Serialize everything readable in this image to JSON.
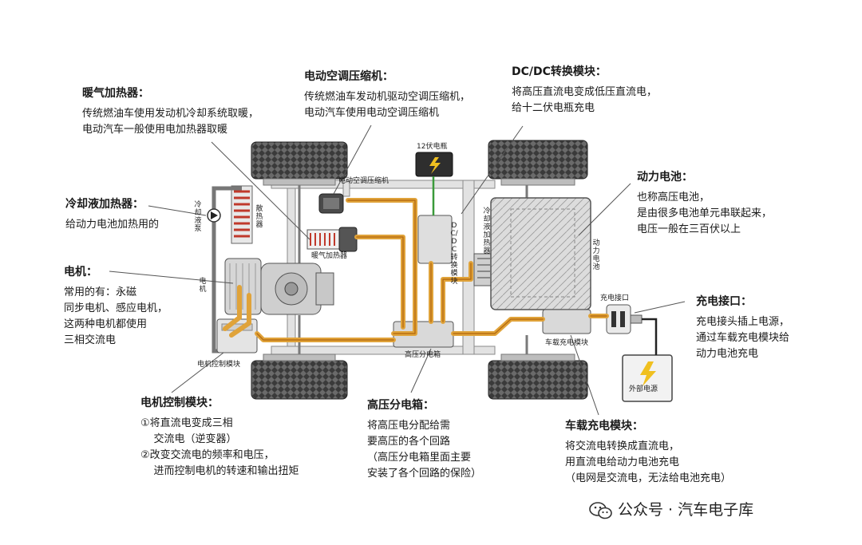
{
  "annotations": {
    "heater": {
      "title": "暖气加热器：",
      "lines": [
        "传统燃油车使用发动机冷却系统取暖，",
        "电动汽车一般使用电加热器取暖"
      ]
    },
    "compressor": {
      "title": "电动空调压缩机：",
      "lines": [
        "传统燃油车发动机驱动空调压缩机，",
        "电动汽车使用电动空调压缩机"
      ]
    },
    "dcdc": {
      "title": "DC/DC转换模块：",
      "lines": [
        "将高压直流电变成低压直流电，",
        "给十二伏电瓶充电"
      ]
    },
    "coolant_heater": {
      "title": "冷却液加热器：",
      "lines": [
        "给动力电池加热用的"
      ]
    },
    "battery": {
      "title": "动力电池：",
      "lines": [
        "也称高压电池，",
        "是由很多电池单元串联起来，",
        "电压一般在三百伏以上"
      ]
    },
    "motor": {
      "title": "电机：",
      "lines": [
        "常用的有：永磁",
        "同步电机、感应电机，",
        "这两种电机都使用",
        "三相交流电"
      ]
    },
    "charge_port": {
      "title": "充电接口：",
      "lines": [
        "充电接头插上电源，",
        "通过车载充电模块给",
        "动力电池充电"
      ]
    },
    "motor_control": {
      "title": "电机控制模块：",
      "lines": [
        "①将直流电变成三相",
        "    交流电（逆变器）",
        "②改变交流电的频率和电压，",
        "    进而控制电机的转速和输出扭矩"
      ]
    },
    "hv_box": {
      "title": "高压分电箱：",
      "lines": [
        "将高压电分配给需",
        "要高压的各个回路",
        "（高压分电箱里面主要",
        "安装了各个回路的保险）"
      ]
    },
    "charger": {
      "title": "车载充电模块：",
      "lines": [
        "将交流电转换成直流电，",
        "用直流电给动力电池充电",
        "（电网是交流电，无法给电池充电）"
      ]
    }
  },
  "diagram_labels": {
    "battery_12v": "12伏电瓶",
    "compressor": "电动空调压缩机",
    "heater": "暖气加热器",
    "hv_box": "高压分电箱",
    "charger": "车载充电模块",
    "charge_port": "充电接口",
    "motor_control": "电机控制模块",
    "external_power": "外部电源",
    "coolant_pump": "冷却液泵",
    "radiator": "散热器",
    "motor": "电机",
    "dcdc": "DC/DC转换模块",
    "coolant_heater": "冷却液加热器",
    "battery": "动力电池"
  },
  "watermark": "公众号 · 汽车电子库",
  "colors": {
    "cable": "#e0a33a",
    "cable_core": "#b86e12",
    "green_wire": "#3a9a3a",
    "line": "#555555",
    "bolt": "#f0c020"
  }
}
